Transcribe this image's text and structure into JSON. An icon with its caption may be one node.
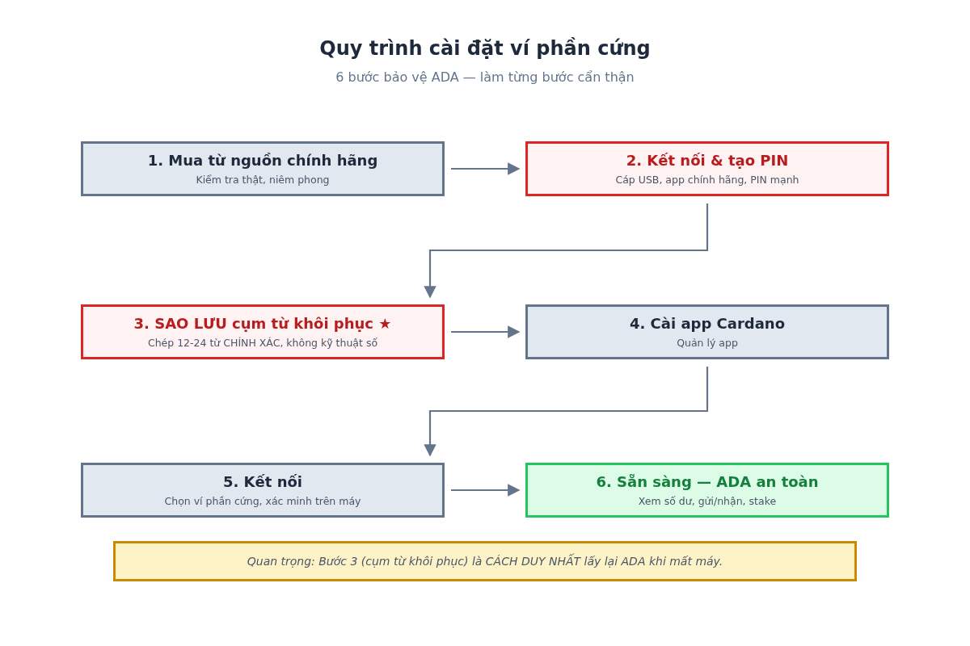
{
  "diagram": {
    "title": "Quy trình cài đặt ví phần cứng",
    "caption": "6 bước bảo vệ ADA — làm từng bước cẩn thận",
    "nodes": [
      {
        "text": [
          "1. Mua từ nguồn chính hãng",
          "Kiểm tra thật, niêm phong"
        ]
      },
      {
        "text": [
          "2. Kết nối & tạo PIN",
          "Cáp USB, app chính hãng, PIN mạnh"
        ]
      },
      {
        "text": [
          "3. SAO LƯU cụm từ khôi phục ★",
          "Chép 12-24 từ CHÍNH XÁC, không kỹ thuật số"
        ]
      },
      {
        "text": [
          "4. Cài app Cardano",
          "Quản lý app"
        ]
      },
      {
        "text": [
          "5. Kết nối",
          "Chọn ví phần cứng, xác minh trên máy"
        ]
      },
      {
        "text": [
          "6. Sẵn sàng — ADA an toàn",
          "Xem số dư, gửi/nhận, stake"
        ]
      },
      {
        "text": [
          "Quan trọng: Bước 3 (cụm từ khôi phục) là CÁCH DUY NHẤT lấy lại ADA khi mất máy."
        ]
      }
    ],
    "edges": [
      {
        "from": 0,
        "to": 1,
        "arrow": "to"
      },
      {
        "from": 1,
        "to": 2,
        "arrow": "to"
      },
      {
        "from": 2,
        "to": 3,
        "arrow": "to"
      },
      {
        "from": 3,
        "to": 4,
        "arrow": "to"
      },
      {
        "from": 4,
        "to": 5,
        "arrow": "to"
      }
    ]
  }
}
